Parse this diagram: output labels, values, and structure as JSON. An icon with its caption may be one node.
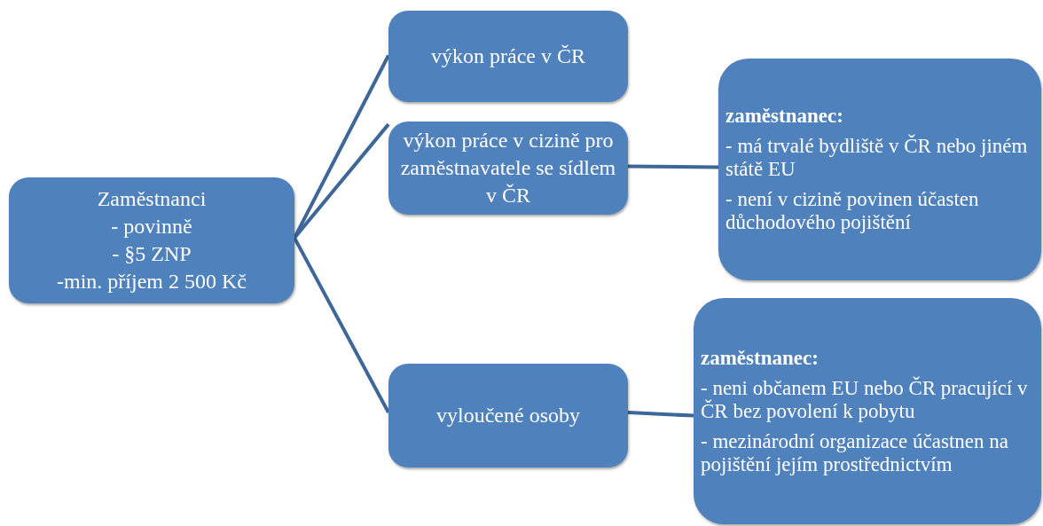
{
  "diagram": {
    "nodes": [
      {
        "text": [
          "Zaměstnanci",
          "- povinně",
          "- §5 ZNP",
          "-min. příjem 2 500 Kč"
        ]
      },
      {
        "text": [
          "výkon práce v ČR"
        ]
      },
      {
        "text": [
          "výkon práce v cizině pro zaměstnavatele se sídlem v ČR"
        ]
      },
      {
        "text": [
          "zaměstnanec:",
          "- má trvalé bydliště v ČR nebo jiném státě EU",
          "- není v cizině povinen účasten důchodového pojištění"
        ]
      },
      {
        "text": [
          "vyloučené osoby"
        ]
      },
      {
        "text": [
          "zaměstnanec:",
          "- neni občanem EU nebo ČR pracující v ČR bez povolení k pobytu",
          "- mezinárodní organizace účastnen na pojištění jejím prostřednictvím"
        ]
      }
    ],
    "edges": [
      {
        "from": 0,
        "to": 1,
        "arrow": "none"
      },
      {
        "from": 0,
        "to": 2,
        "arrow": "none"
      },
      {
        "from": 0,
        "to": 4,
        "arrow": "none"
      },
      {
        "from": 2,
        "to": 3,
        "arrow": "none"
      },
      {
        "from": 4,
        "to": 5,
        "arrow": "none"
      }
    ]
  }
}
